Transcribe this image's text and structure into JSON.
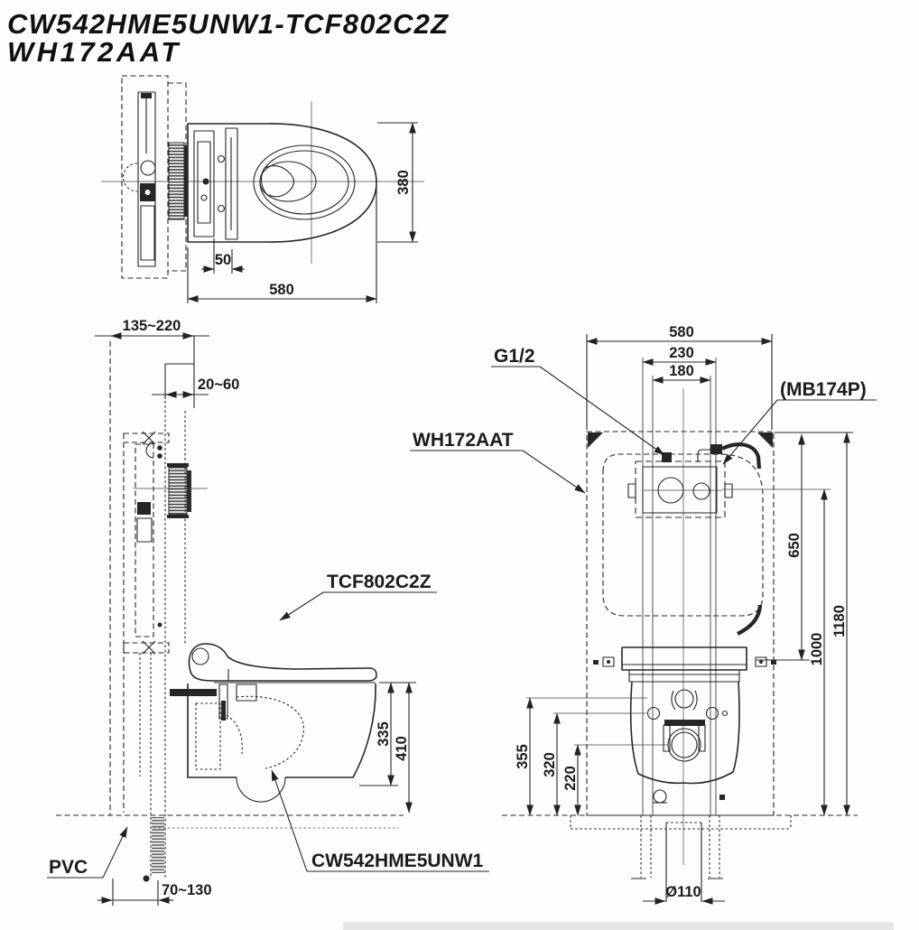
{
  "title": {
    "line1": "CW542HME5UNW1-TCF802C2Z",
    "line2": "WH172AAT"
  },
  "top_view": {
    "depth": "380",
    "hinge_offset": "50",
    "width": "580"
  },
  "side_view": {
    "wall_depth": "135~220",
    "panel_gap": "20~60",
    "seat_label": "TCF802C2Z",
    "rim_height": "335",
    "top_height": "410",
    "bowl_label": "CW542HME5UNW1",
    "pipe_label": "PVC",
    "drain_offset": "70~130"
  },
  "front_view": {
    "frame_width": "580",
    "bolt_span_outer": "230",
    "bolt_span_inner": "180",
    "supply_label": "G1/2",
    "stop_valve_label": "(MB174P)",
    "frame_label": "WH172AAT",
    "supply_height": "650",
    "tank_height": "1000",
    "frame_height": "1180",
    "fixing_height": "355",
    "inlet_height": "320",
    "drain_height": "220",
    "drain_diameter": "Ø110"
  }
}
